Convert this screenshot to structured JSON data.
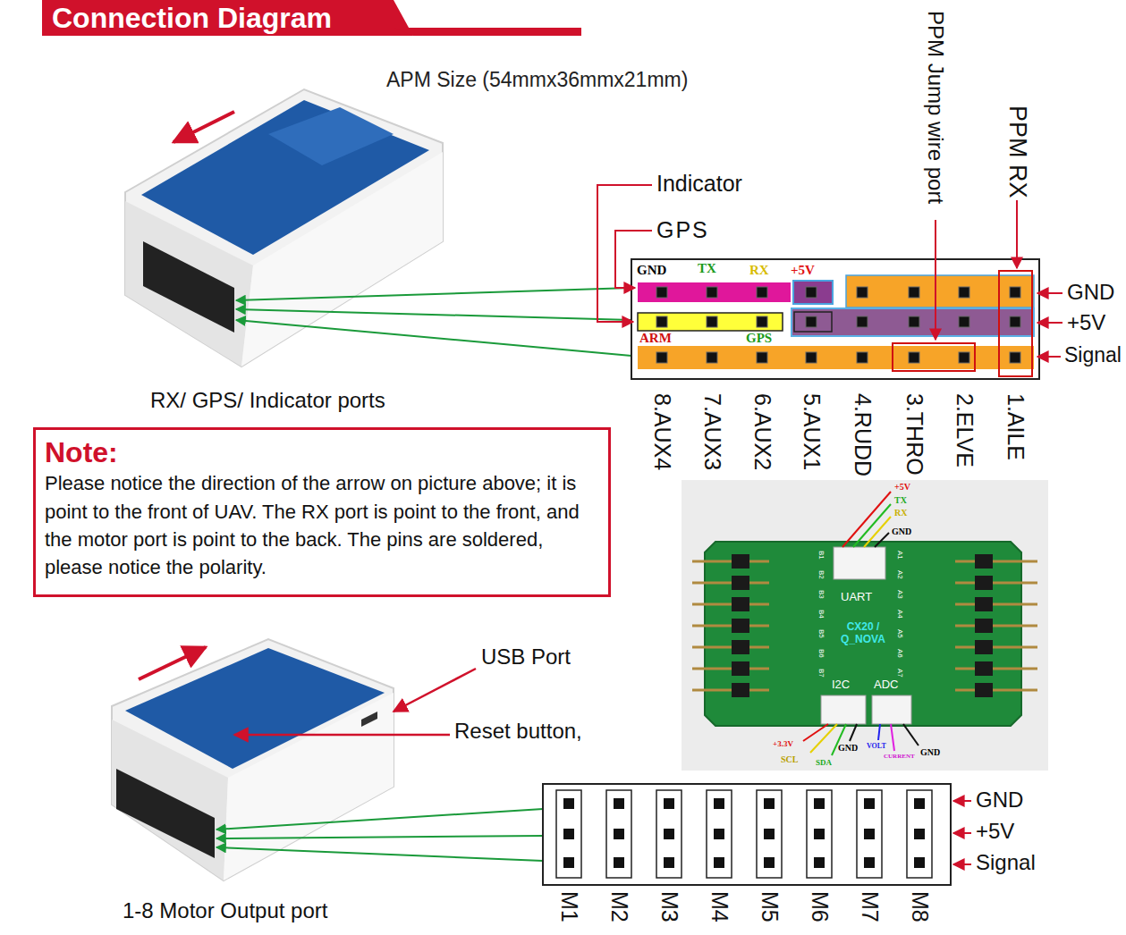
{
  "diagram": {
    "title": "Connection Diagram",
    "nodes": [
      {
        "text": [
          "Note:",
          "Please notice the direction of the arrow on picture above; it is point to the front of UAV. The RX port is point to the front, and the motor port is point to the back. The pins are soldered, please notice the polarity."
        ]
      }
    ],
    "labels": [
      "APM Size (54mmx36mmx21mm)",
      "Indicator",
      "GPS",
      "PPM Jump wire port",
      "PPM RX",
      "GND",
      "TX",
      "RX",
      "+5V",
      "ARM",
      "GPS",
      "GND",
      "+5V",
      "Signal",
      "8.AUX4",
      "7.AUX3",
      "6.AUX2",
      "5.AUX1",
      "4.RUDD",
      "3.THRO",
      "2.ELVE",
      "1.AILE",
      "RX/ GPS/ Indicator ports",
      "+5V",
      "TX",
      "RX",
      "GND",
      "UART",
      "CX20 / Q_NOVA",
      "I2C",
      "ADC",
      "+3.3V",
      "SCL",
      "SDA",
      "GND",
      "VOLT",
      "CURRENT",
      "GND",
      "B1",
      "B2",
      "B3",
      "B4",
      "B5",
      "B6",
      "B7",
      "A1",
      "A2",
      "A3",
      "A4",
      "A5",
      "A6",
      "A7",
      "USB Port",
      "Reset button,",
      "GND",
      "+5V",
      "Signal",
      "M1",
      "M2",
      "M3",
      "M4",
      "M5",
      "M6",
      "M7",
      "M8",
      "1-8 Motor Output port"
    ]
  }
}
